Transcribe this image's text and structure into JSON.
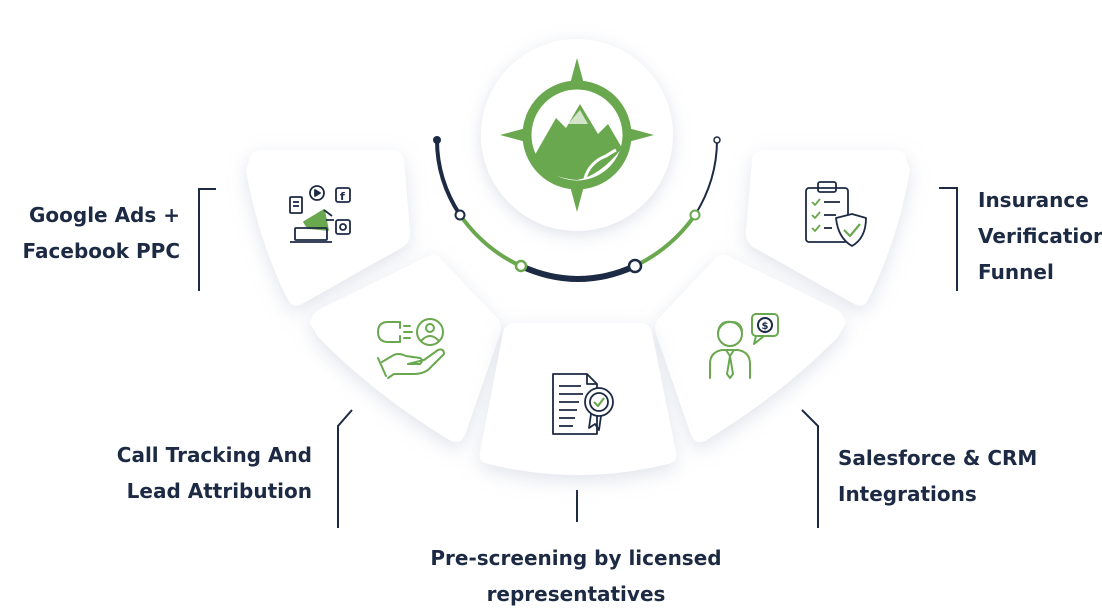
{
  "labels": {
    "google_ads_ppc": "Google Ads +\nFacebook PPC",
    "insurance_verification": "Insurance\nVerification\nFunnel",
    "call_tracking": "Call Tracking And\nLead Attribution",
    "salesforce_crm": "Salesforce & CRM\nIntegrations",
    "prescreening": "Pre-screening by licensed\nrepresentatives"
  },
  "colors": {
    "navy": "#1d2a44",
    "green": "#6aa84f",
    "card_shadow": "#d9dde6"
  },
  "icons": [
    "compass-mountain-logo",
    "social-ads-icon",
    "clipboard-check-icon",
    "magnet-lead-icon",
    "certificate-icon",
    "advisor-money-icon"
  ]
}
